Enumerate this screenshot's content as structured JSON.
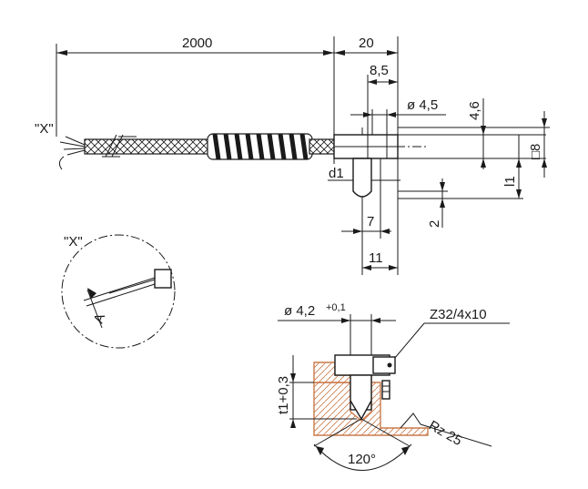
{
  "main_view": {
    "dim_length": "2000",
    "dim_20": "20",
    "dim_8_5": "8,5",
    "dim_dia_4_5": "ø 4,5",
    "dim_4_6": "4,6",
    "dim_sq_8": "□8",
    "dim_d1": "d1",
    "dim_l1": "l1",
    "dim_7": "7",
    "dim_2": "2",
    "dim_11": "11",
    "detail_marker": "\"X\""
  },
  "detail_view": {
    "label": "\"X\"",
    "section_label": "A"
  },
  "mounting_view": {
    "dim_hole": "ø 4,2",
    "dim_hole_tol": "+0,1",
    "thread_spec": "Z32/4x10",
    "dim_depth": "t1+0,3",
    "angle": "120°",
    "roughness": "Rz 25"
  },
  "colors": {
    "line": "#1a1a1a",
    "section_hatch": "#c97a4a"
  }
}
